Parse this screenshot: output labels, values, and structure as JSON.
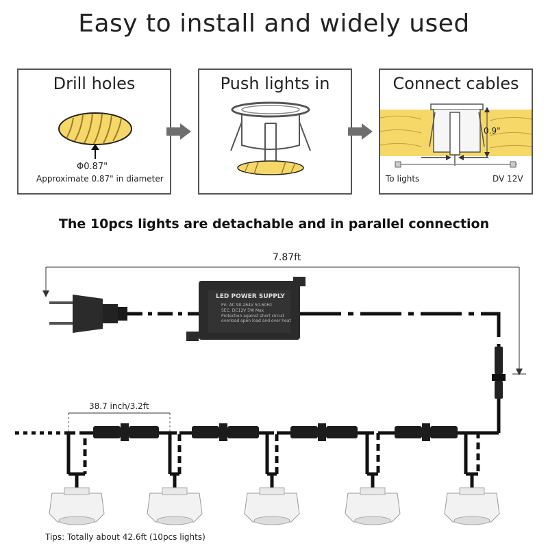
{
  "title": "Easy to install and widely used",
  "steps": [
    {
      "label": "Drill holes",
      "dimension": "Φ0.87\"",
      "note": "Approximate  0.87\"  in diameter"
    },
    {
      "label": "Push lights in"
    },
    {
      "label": "Connect cables",
      "depth": "0.9\"",
      "left_label": "To lights",
      "right_label": "DV 12V"
    }
  ],
  "subtitle": "The 10pcs lights are detachable and in parallel connection",
  "cable_length": "7.87ft",
  "spacing": "38.7 inch/3.2ft",
  "power_supply": {
    "heading": "LED POWER SUPPLY",
    "lines": [
      "Pri: AC 90-264V  50-60Hz",
      "SEC: DC12V        5W Max",
      "Protection against short circuit",
      "overload open load and over heat"
    ]
  },
  "tips": "Tips: Totally about 42.6ft (10pcs lights)",
  "colors": {
    "wood": "#f5d867",
    "grain": "#b8903a",
    "arrow": "#6e6e6e",
    "cable": "#111111",
    "psu": "#2b2b2b"
  }
}
